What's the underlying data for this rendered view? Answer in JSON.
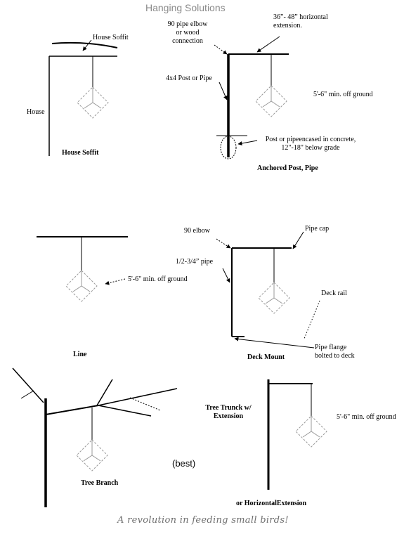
{
  "title": "Hanging Solutions",
  "panels": {
    "house_soffit": {
      "soffit_label": "House Soffit",
      "house_label": "House",
      "caption": "House Soffit"
    },
    "anchored_post": {
      "elbow_label": "90 pipe elbow\nor wood\nconnection",
      "extension_label": "36”- 48”  horizontal\nextension.",
      "post_label": "4x4 Post or Pipe",
      "height_label": "5'-6\" min. off ground",
      "concrete_label": "Post or pipeencased in concrete,\n12\"-18\" below grade",
      "caption": "Anchored Post, Pipe"
    },
    "line": {
      "height_label": "5'-6\" min. off ground",
      "caption": "Line"
    },
    "deck_mount": {
      "elbow_label": "90 elbow",
      "cap_label": "Pipe cap",
      "pipe_label": "1/2-3/4” pipe",
      "rail_label": "Deck rail",
      "flange_label": "Pipe flange\nbolted to deck",
      "caption": "Deck Mount"
    },
    "tree_branch": {
      "caption": "Tree Branch",
      "best_label": "(best)"
    },
    "tree_trunk": {
      "caption": "Tree Trunck w/\nExtension",
      "height_label": "5'-6\" min. off ground",
      "footer_caption": "or HorizontalExtension"
    }
  },
  "tagline": "A revolution in feeding small birds!",
  "colors": {
    "ink": "#000000",
    "feeder": "#9a9a9a",
    "title": "#8a8a8a",
    "tagline": "#6e6e6e"
  }
}
